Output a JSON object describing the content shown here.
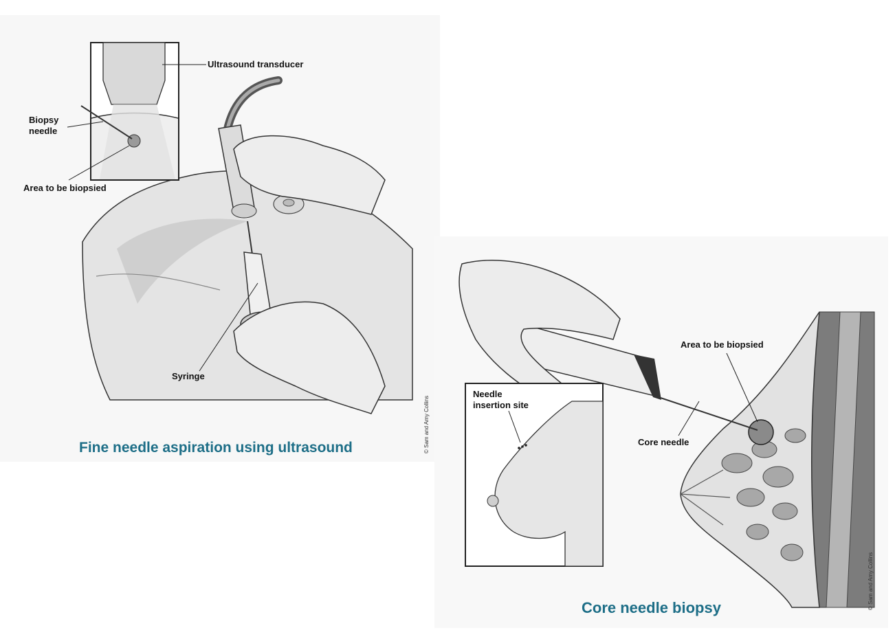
{
  "fna": {
    "caption": "Fine needle aspiration using ultrasound",
    "labels": {
      "transducer": "Ultrasound transducer",
      "biopsy_needle": "Biopsy\nneedle",
      "area": "Area to be biopsied",
      "syringe": "Syringe"
    },
    "credit": "© Sam and Amy Collins"
  },
  "core": {
    "caption": "Core needle biopsy",
    "labels": {
      "insertion_site": "Needle\ninsertion site",
      "area": "Area to be biopsied",
      "core_needle": "Core needle"
    },
    "credit": "© Sam and Amy Collins"
  },
  "colors": {
    "caption": "#1d6e87",
    "line": "#222222",
    "skin": "#e6e6e6",
    "shade": "#9a9a9a"
  }
}
